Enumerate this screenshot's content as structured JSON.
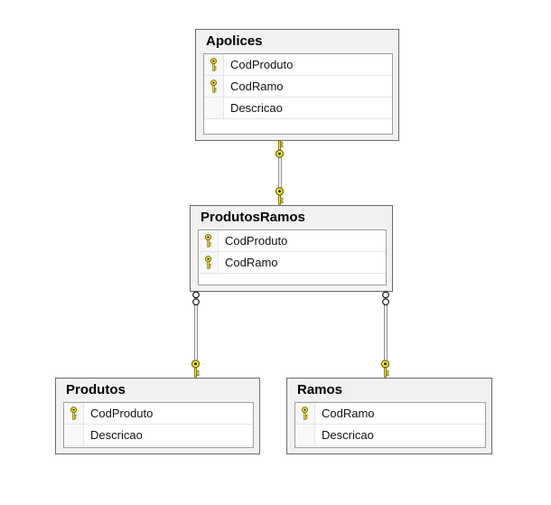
{
  "diagram": {
    "tables": [
      {
        "name": "Apolices",
        "columns": [
          {
            "name": "CodProduto",
            "primary_key": true
          },
          {
            "name": "CodRamo",
            "primary_key": true
          },
          {
            "name": "Descricao",
            "primary_key": false
          }
        ]
      },
      {
        "name": "ProdutosRamos",
        "columns": [
          {
            "name": "CodProduto",
            "primary_key": true
          },
          {
            "name": "CodRamo",
            "primary_key": true
          }
        ]
      },
      {
        "name": "Produtos",
        "columns": [
          {
            "name": "CodProduto",
            "primary_key": true
          },
          {
            "name": "Descricao",
            "primary_key": false
          }
        ]
      },
      {
        "name": "Ramos",
        "columns": [
          {
            "name": "CodRamo",
            "primary_key": true
          },
          {
            "name": "Descricao",
            "primary_key": false
          }
        ]
      }
    ],
    "relationships": [
      {
        "from": "Apolices",
        "to": "ProdutosRamos",
        "from_end": "key",
        "to_end": "key",
        "type": "one-to-one"
      },
      {
        "from": "Produtos",
        "to": "ProdutosRamos",
        "from_end": "key",
        "to_end": "infinity",
        "type": "one-to-many"
      },
      {
        "from": "Ramos",
        "to": "ProdutosRamos",
        "from_end": "key",
        "to_end": "infinity",
        "type": "one-to-many"
      }
    ],
    "icons": {
      "primary_key": "key-icon",
      "relationship_one_end": "key-icon",
      "relationship_many_end": "infinity-icon"
    },
    "colors": {
      "background": "#ffffff",
      "table_header_bg": "#f1f1f1",
      "table_border": "#6a6a6a",
      "grid_border": "#9d9d9d",
      "row_divider": "#e4e4e4",
      "icon_column_bg": "#f8f8f8",
      "key_fill": "#f7ee4e",
      "key_outline": "#6f6c00",
      "relationship_line": "#8f8f8f",
      "text": "#000000"
    }
  }
}
